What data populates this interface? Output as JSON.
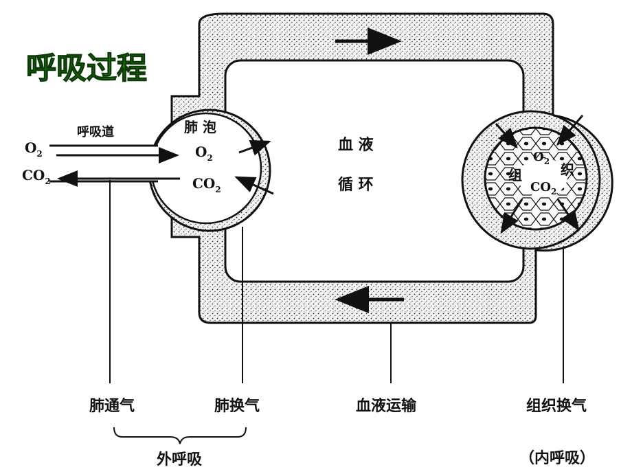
{
  "title": "呼吸过程",
  "labels": {
    "airway": "呼吸道",
    "alveolus": "肺 泡",
    "o2_outside": "O",
    "co2_outside": "CO",
    "o2_alveolus": "O",
    "co2_alveolus": "CO",
    "blood_line1": "血 液",
    "blood_line2": "循 环",
    "tissue_char1": "组",
    "tissue_char2": "织",
    "o2_tissue": "O",
    "co2_tissue": "CO",
    "sub2": "2"
  },
  "stages": {
    "lung_ventilation": "肺通气",
    "lung_exchange": "肺换气",
    "blood_transport": "血液运输",
    "tissue_exchange": "组织换气"
  },
  "groups": {
    "external_respiration": "外呼吸",
    "internal_respiration": "（内呼吸）"
  },
  "colors": {
    "title_fill": "#2f7d14",
    "title_stroke": "#0a3a05",
    "line": "#111111",
    "stipple_bg": "#f3f3f3"
  }
}
